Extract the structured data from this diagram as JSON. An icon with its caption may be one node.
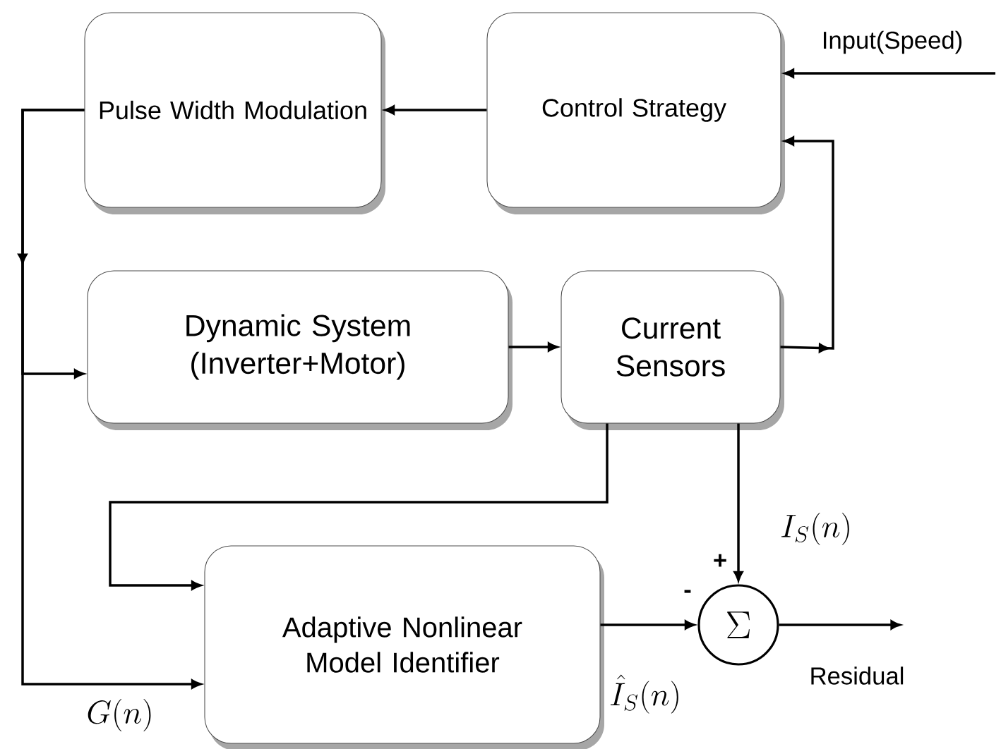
{
  "diagram": {
    "nodes": [
      {
        "text": [
          "Control Strategy"
        ]
      },
      {
        "text": [
          "Pulse Width Modulation"
        ]
      },
      {
        "text": [
          "Dynamic System (Inverter+Motor)"
        ]
      },
      {
        "text": [
          "Current Sensors"
        ]
      },
      {
        "text": [
          "Adaptive Nonlinear Model Identifier"
        ]
      },
      {
        "text": [
          "\\Sigma"
        ]
      }
    ],
    "edges": [
      {
        "from": null,
        "to": 0,
        "arrow": "to",
        "label": "Input(Speed)"
      },
      {
        "from": 0,
        "to": 1,
        "arrow": "to"
      },
      {
        "from": 1,
        "to": 2,
        "arrow": "to"
      },
      {
        "from": 1,
        "to": 4,
        "arrow": "to",
        "label": "G(n)"
      },
      {
        "from": 2,
        "to": 3,
        "arrow": "to"
      },
      {
        "from": 3,
        "to": 0,
        "arrow": "to"
      },
      {
        "from": 3,
        "to": 4,
        "arrow": "to"
      },
      {
        "from": 3,
        "to": 5,
        "arrow": "to",
        "label": "I_S(n)"
      },
      {
        "from": 4,
        "to": 5,
        "arrow": "to",
        "label": "\\hat{I}_S(n)"
      },
      {
        "from": 5,
        "to": null,
        "arrow": "to",
        "label": "Residual"
      }
    ],
    "labels": [
      "+",
      "-"
    ]
  }
}
